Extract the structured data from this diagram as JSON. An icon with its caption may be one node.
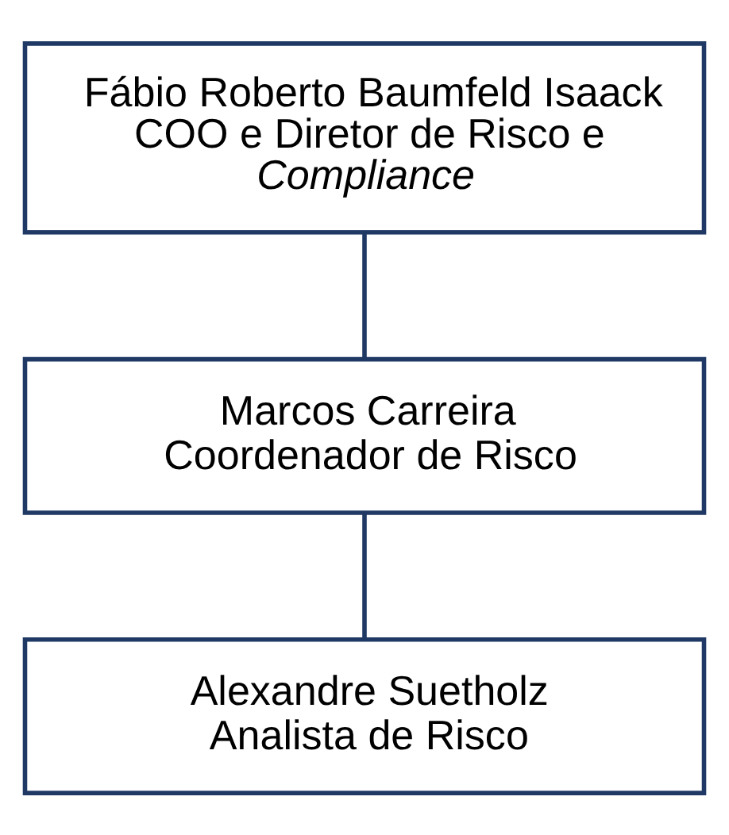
{
  "diagram": {
    "nodes": [
      {
        "text": [
          "Fábio Roberto Baumfeld Isaack",
          "COO e Diretor de Risco e *Compliance*"
        ]
      },
      {
        "text": [
          "Marcos Carreira",
          "Coordenador de Risco"
        ]
      },
      {
        "text": [
          "Alexandre Suetholz",
          "Analista de Risco"
        ]
      }
    ],
    "edges": [
      {
        "from": 0,
        "to": 1,
        "arrow": "none"
      },
      {
        "from": 1,
        "to": 2,
        "arrow": "none"
      }
    ]
  }
}
